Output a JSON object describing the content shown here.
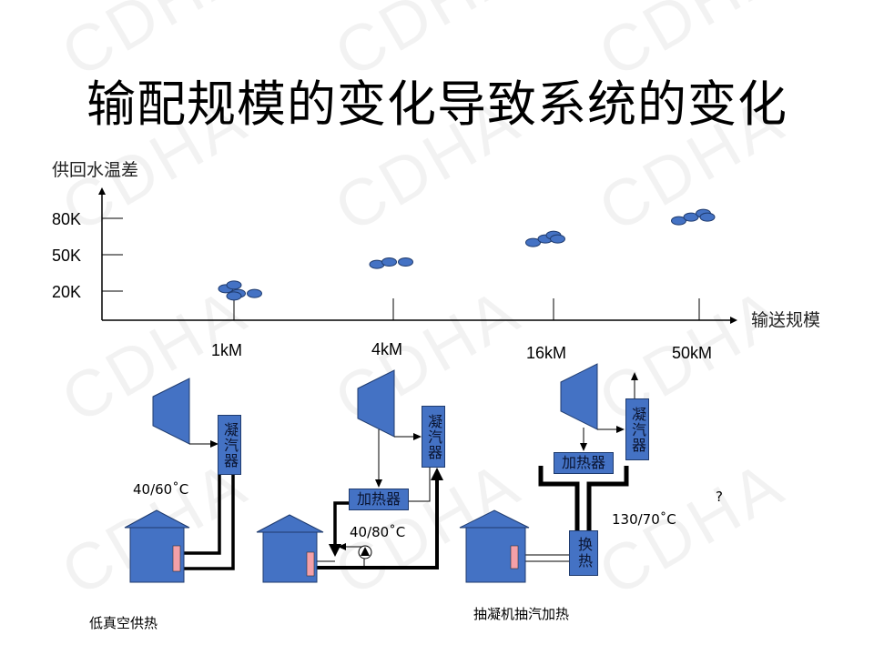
{
  "title": "输配规模的变化导致系统的变化",
  "watermark": "CDHA",
  "colors": {
    "equipment_blue": "#4472c4",
    "radiator_pink": "#f4a0a8",
    "line": "#000000"
  },
  "chart_data": {
    "type": "scatter",
    "title": "",
    "ylabel": "供回水温差",
    "xlabel": "输送规模",
    "y_ticks": [
      "20K",
      "50K",
      "80K"
    ],
    "x_ticks": [
      "1kM",
      "4kM",
      "16kM",
      "50kM"
    ],
    "clusters": [
      {
        "x": "1kM",
        "points": [
          [
            -0.1,
            22
          ],
          [
            0.0,
            25
          ],
          [
            0.05,
            18
          ],
          [
            0.25,
            18
          ],
          [
            0.0,
            16
          ]
        ]
      },
      {
        "x": "4kM",
        "points": [
          [
            -0.2,
            42
          ],
          [
            -0.05,
            44
          ],
          [
            0.15,
            44
          ]
        ]
      },
      {
        "x": "16kM",
        "points": [
          [
            -0.25,
            60
          ],
          [
            -0.1,
            63
          ],
          [
            0.0,
            66
          ],
          [
            0.05,
            63
          ]
        ]
      },
      {
        "x": "50kM",
        "points": [
          [
            -0.25,
            78
          ],
          [
            -0.1,
            81
          ],
          [
            0.05,
            84
          ],
          [
            0.1,
            81
          ]
        ]
      }
    ]
  },
  "diagram": {
    "condenser_label": "凝汽器",
    "heater_label": "加热器",
    "exchanger_label": "换热",
    "system1": {
      "temp": "40/60˚C",
      "caption": "低真空供热"
    },
    "system2": {
      "temp": "40/80˚C"
    },
    "system3": {
      "temp": "130/70˚C",
      "caption": "抽凝机抽汽加热"
    },
    "question_mark": "?"
  }
}
